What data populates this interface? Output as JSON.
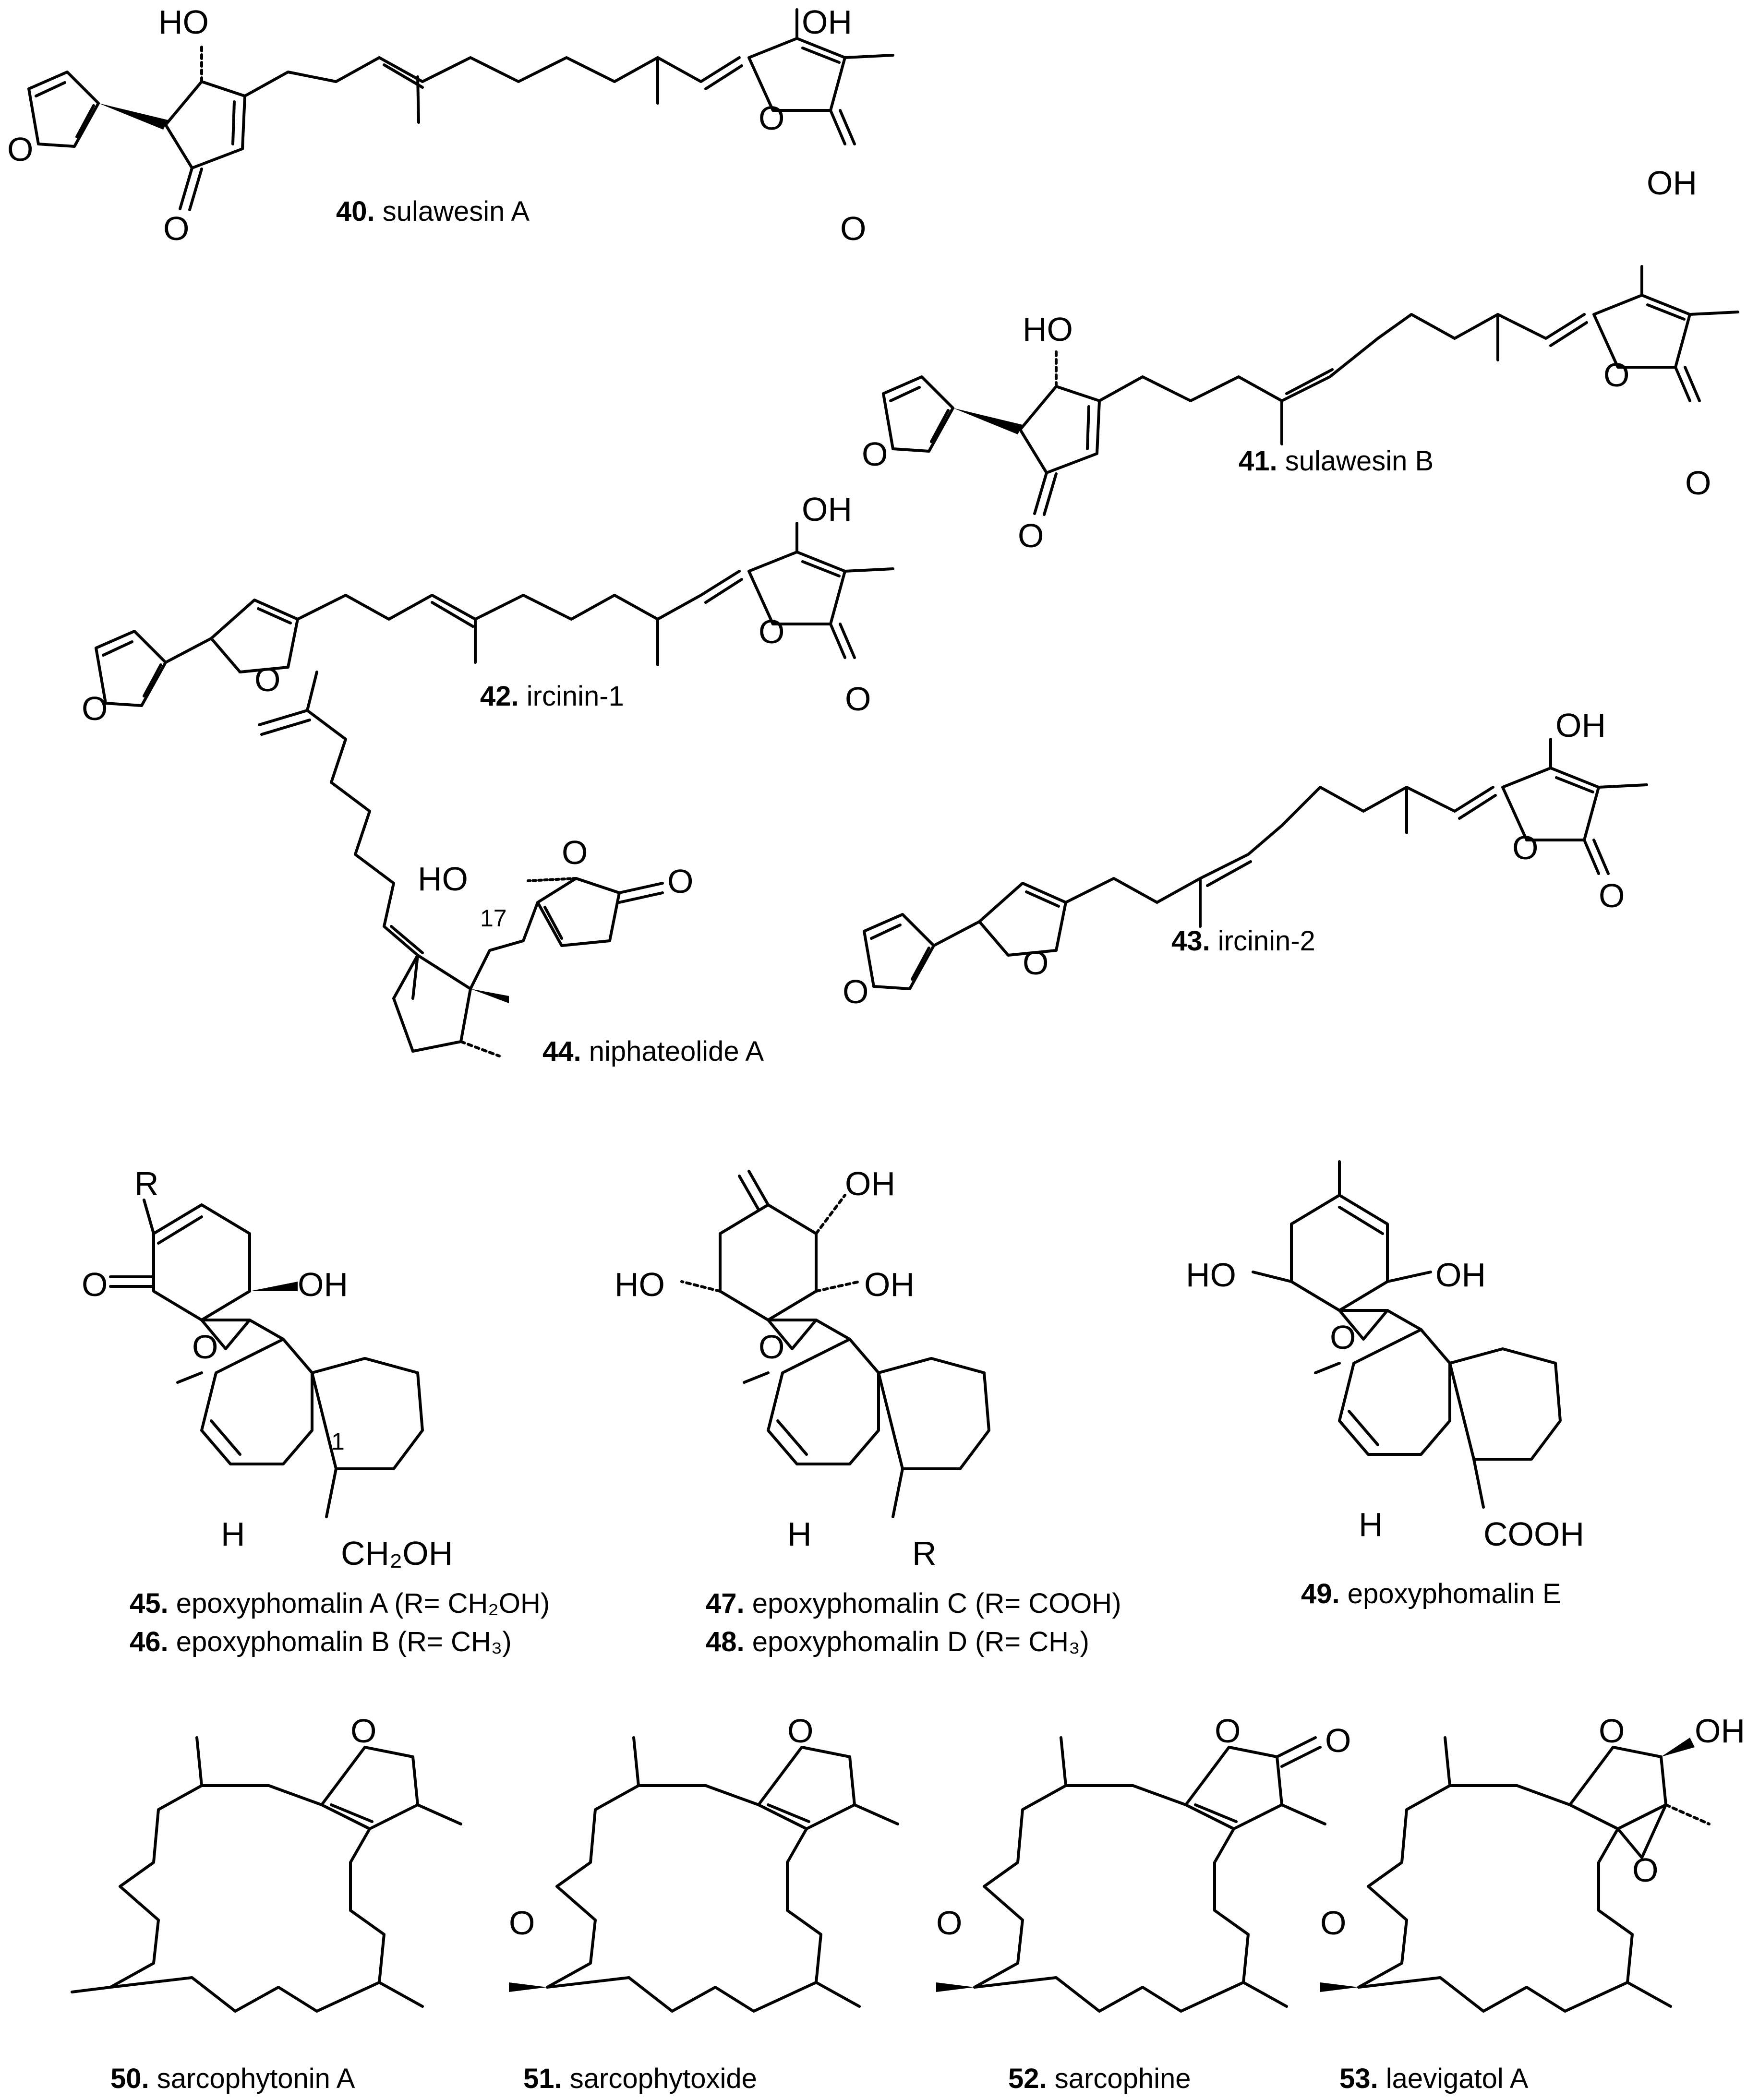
{
  "compounds": [
    {
      "num": "40.",
      "name": " sulawesin A"
    },
    {
      "num": "41.",
      "name": " sulawesin B"
    },
    {
      "num": "42.",
      "name": " ircinin-1"
    },
    {
      "num": "43.",
      "name": " ircinin-2"
    },
    {
      "num": "44.",
      "name": " niphateolide A"
    },
    {
      "num": "45.",
      "name": " epoxyphomalin A (R= CH₂OH)"
    },
    {
      "num": "46.",
      "name": " epoxyphomalin B (R= CH₃)"
    },
    {
      "num": "47.",
      "name": " epoxyphomalin C (R= COOH)"
    },
    {
      "num": "48.",
      "name": " epoxyphomalin D (R= CH₃)"
    },
    {
      "num": "49.",
      "name": " epoxyphomalin E"
    },
    {
      "num": "50.",
      "name": " sarcophytonin A"
    },
    {
      "num": "51.",
      "name": " sarcophytoxide"
    },
    {
      "num": "52.",
      "name": " sarcophine"
    },
    {
      "num": "53.",
      "name": " laevigatol A"
    }
  ],
  "atoms": {
    "O": "O",
    "HO": "HO",
    "OH": "OH",
    "R": "R",
    "H": "H",
    "CH2OH": "CH₂OH",
    "COOH": "COOH",
    "c17": "17",
    "c1": "1"
  }
}
